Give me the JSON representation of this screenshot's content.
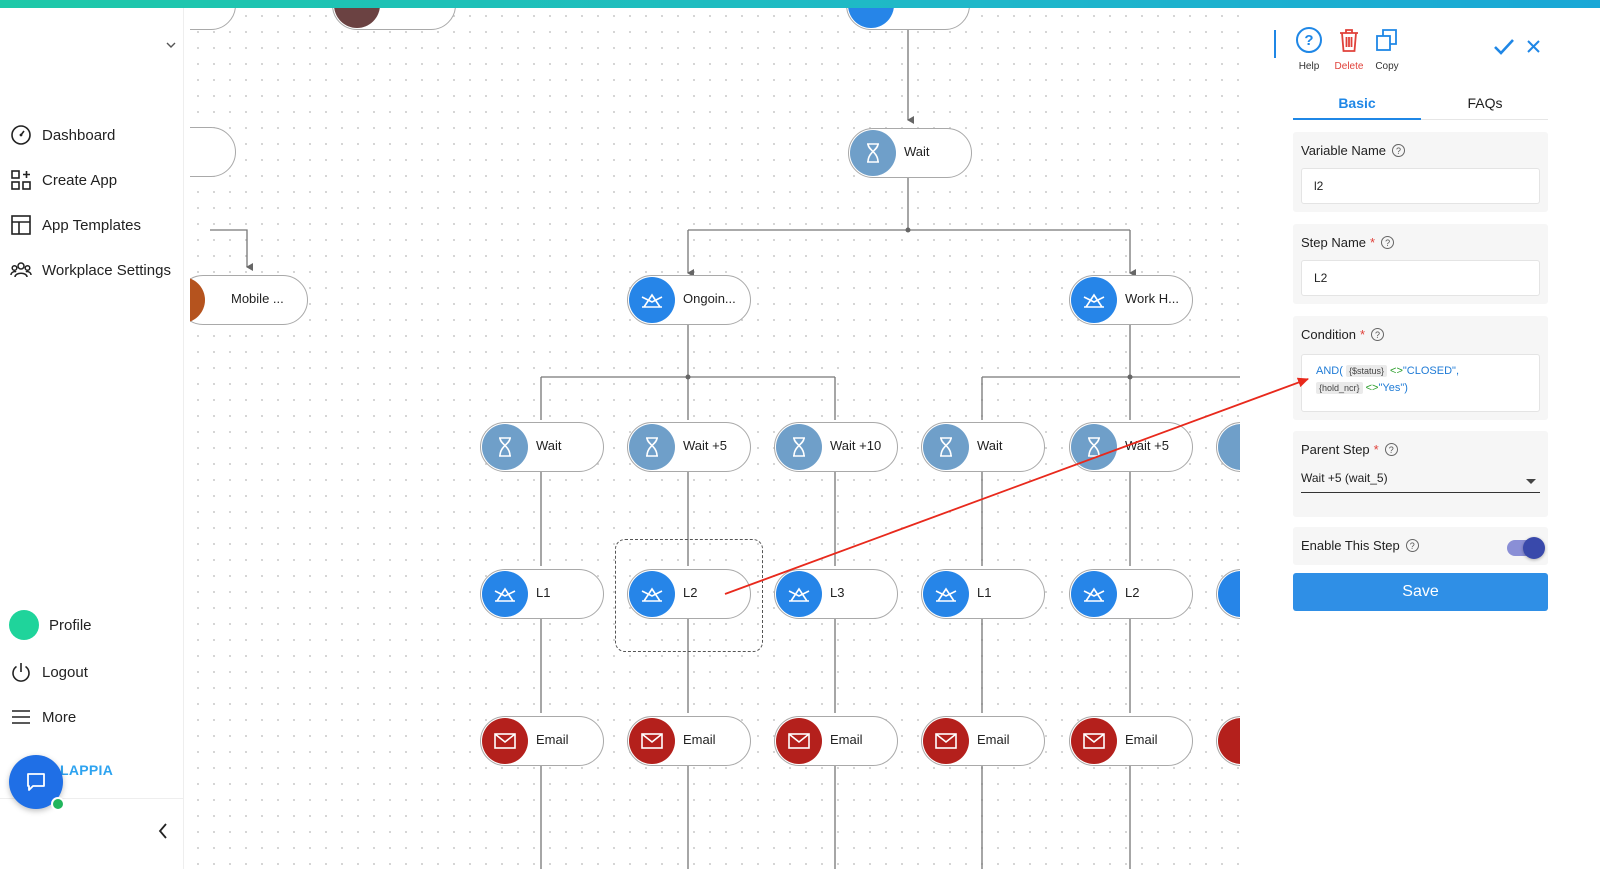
{
  "sidebar": {
    "nav": [
      {
        "label": "Dashboard",
        "icon": "dashboard-icon"
      },
      {
        "label": "Create App",
        "icon": "create-app-icon"
      },
      {
        "label": "App Templates",
        "icon": "app-templates-icon"
      },
      {
        "label": "Workplace Settings",
        "icon": "workplace-settings-icon"
      }
    ],
    "bottom": [
      {
        "label": "Profile",
        "icon": "avatar"
      },
      {
        "label": "Logout",
        "icon": "power-icon"
      },
      {
        "label": "More",
        "icon": "menu-icon"
      }
    ],
    "brand": "LAPPIA"
  },
  "flow": {
    "nodes": [
      {
        "id": "top-wait",
        "label": "Wait",
        "kind": "wait"
      },
      {
        "id": "mobile",
        "label": "Mobile ...",
        "kind": "mobile"
      },
      {
        "id": "ongoing",
        "label": "Ongoin...",
        "kind": "condition"
      },
      {
        "id": "workh",
        "label": "Work H...",
        "kind": "condition"
      },
      {
        "id": "w1",
        "label": "Wait",
        "kind": "wait"
      },
      {
        "id": "w2",
        "label": "Wait +5",
        "kind": "wait"
      },
      {
        "id": "w3",
        "label": "Wait +10",
        "kind": "wait"
      },
      {
        "id": "w4",
        "label": "Wait",
        "kind": "wait"
      },
      {
        "id": "w5",
        "label": "Wait +5",
        "kind": "wait"
      },
      {
        "id": "l1a",
        "label": "L1",
        "kind": "condition"
      },
      {
        "id": "l2a",
        "label": "L2",
        "kind": "condition"
      },
      {
        "id": "l3a",
        "label": "L3",
        "kind": "condition"
      },
      {
        "id": "l1b",
        "label": "L1",
        "kind": "condition"
      },
      {
        "id": "l2b",
        "label": "L2",
        "kind": "condition"
      },
      {
        "id": "e1",
        "label": "Email",
        "kind": "email"
      },
      {
        "id": "e2",
        "label": "Email",
        "kind": "email"
      },
      {
        "id": "e3",
        "label": "Email",
        "kind": "email"
      },
      {
        "id": "e4",
        "label": "Email",
        "kind": "email"
      },
      {
        "id": "e5",
        "label": "Email",
        "kind": "email"
      }
    ]
  },
  "panel": {
    "tools": {
      "help": "Help",
      "delete": "Delete",
      "copy": "Copy"
    },
    "tabs": [
      "Basic",
      "FAQs"
    ],
    "variable_name": {
      "label": "Variable Name",
      "value": "l2"
    },
    "step_name": {
      "label": "Step Name",
      "required": "*",
      "value": "L2"
    },
    "condition": {
      "label": "Condition",
      "required": "*",
      "and": "AND(",
      "status_tok": "{$status}",
      "op1": "<>",
      "val1": "\"CLOSED\",",
      "hold_tok": "{hold_ncr}",
      "op2": "<>",
      "val2": "\"Yes\")"
    },
    "parent_step": {
      "label": "Parent Step",
      "required": "*",
      "value": "Wait +5 (wait_5)"
    },
    "enable_step": {
      "label": "Enable This Step",
      "enabled": true
    },
    "save": "Save",
    "help_glyph": "?"
  },
  "colors": {
    "accent": "#1f87e6",
    "wait": "#6f9fc9",
    "condition": "#2685e8",
    "email": "#b4201c",
    "annotation": "#e8291c"
  }
}
